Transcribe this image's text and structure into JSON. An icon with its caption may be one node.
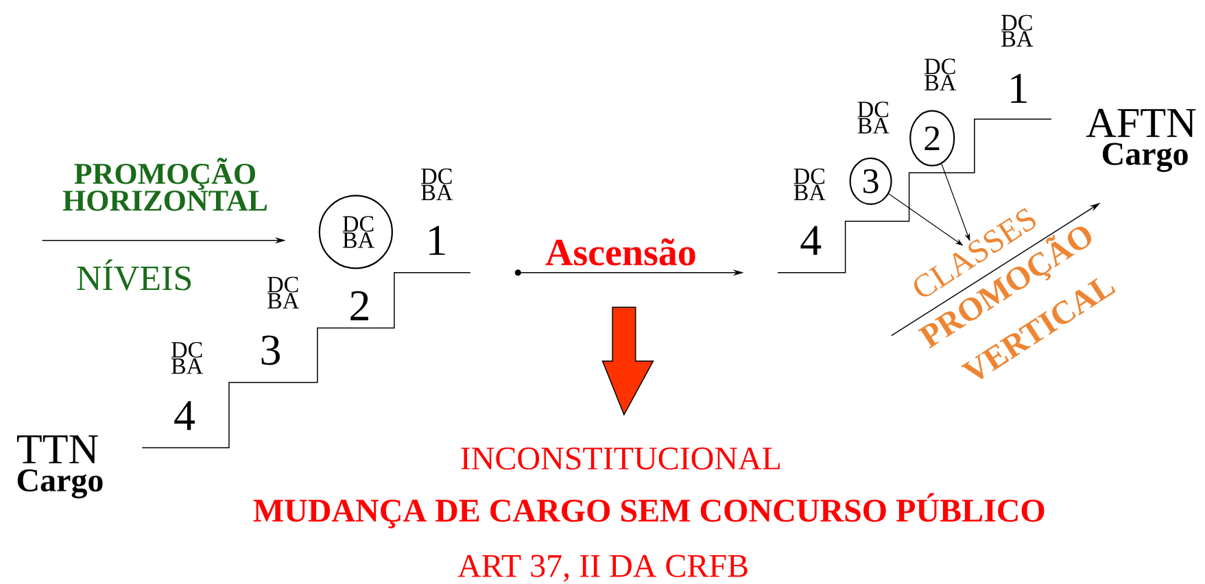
{
  "diagram": {
    "nodes": [
      {
        "text": [
          "DC BA"
        ]
      },
      {
        "text": [
          "3"
        ]
      },
      {
        "text": [
          "2"
        ]
      },
      {
        "text": [
          "CLASSES"
        ]
      }
    ],
    "edges": [
      {
        "from": 1,
        "to": 3,
        "arrow": "to"
      },
      {
        "from": 2,
        "to": 3,
        "arrow": "to"
      }
    ],
    "labels": [
      "DC BA",
      "DC BA",
      "1",
      "AFTN",
      "Cargo",
      "DC BA",
      "PROMOÇÃO HORIZONTAL",
      "DC BA",
      "DC BA",
      "1",
      "4",
      "Ascensão",
      "NÍVEIS",
      "PROMOÇÃO",
      "DC BA",
      "2",
      "VERTICAL",
      "3",
      "DC BA",
      "4",
      "TTN",
      "INCONSTITUCIONAL",
      "Cargo",
      "MUDANÇA DE CARGO SEM CONCURSO PÚBLICO",
      "ART 37, II DA CRFB"
    ]
  }
}
